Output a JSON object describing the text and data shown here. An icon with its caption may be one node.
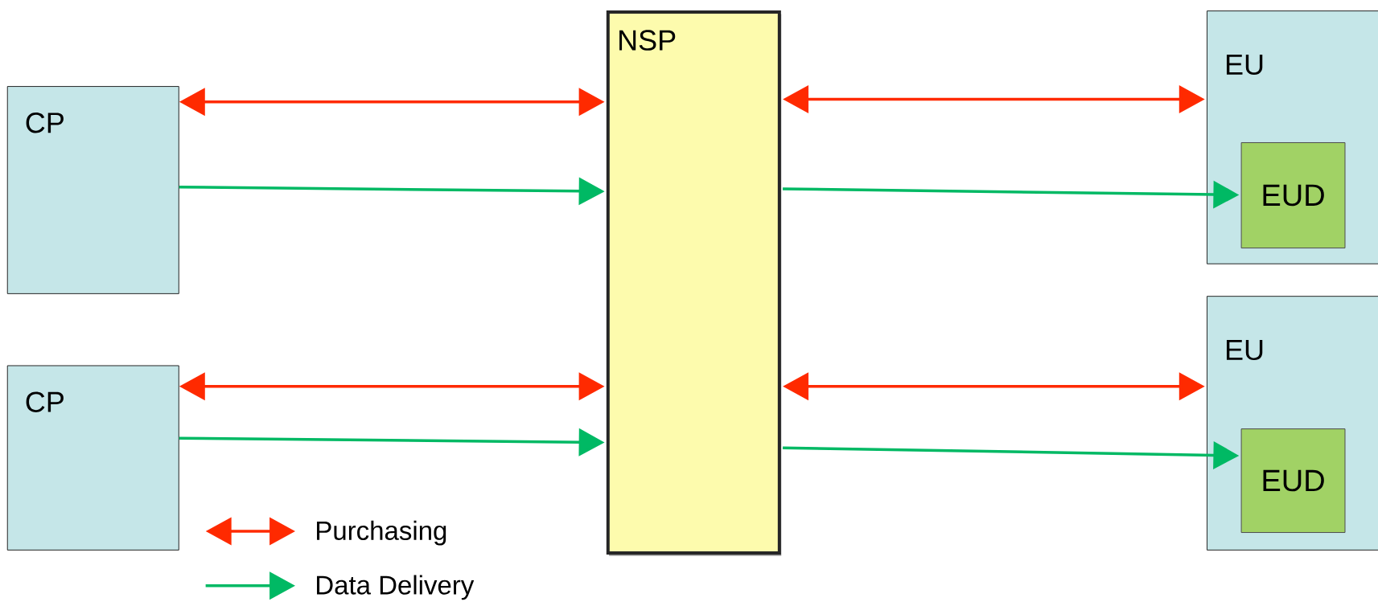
{
  "diagram": {
    "nodes": [
      {
        "text": [
          "CP"
        ]
      },
      {
        "text": [
          "CP"
        ]
      },
      {
        "text": [
          "NSP"
        ]
      },
      {
        "text": [
          "EU"
        ]
      },
      {
        "text": [
          "EUD"
        ],
        "in": 3
      },
      {
        "text": [
          "EU"
        ]
      },
      {
        "text": [
          "EUD"
        ],
        "in": 5
      }
    ],
    "edges": [
      {
        "from": 0,
        "to": 2,
        "arrow": "both",
        "color": "#ff2a00"
      },
      {
        "from": 0,
        "to": 2,
        "arrow": "to",
        "color": "#00b964"
      },
      {
        "from": 2,
        "to": 3,
        "arrow": "both",
        "color": "#ff2a00"
      },
      {
        "from": 2,
        "to": 4,
        "arrow": "to",
        "color": "#00b964"
      },
      {
        "from": 1,
        "to": 2,
        "arrow": "both",
        "color": "#ff2a00"
      },
      {
        "from": 1,
        "to": 2,
        "arrow": "to",
        "color": "#00b964"
      },
      {
        "from": 2,
        "to": 5,
        "arrow": "both",
        "color": "#ff2a00"
      },
      {
        "from": 2,
        "to": 6,
        "arrow": "to",
        "color": "#00b964"
      }
    ],
    "legend": [
      {
        "text": "Purchasing"
      },
      {
        "text": "Data Delivery"
      }
    ]
  }
}
